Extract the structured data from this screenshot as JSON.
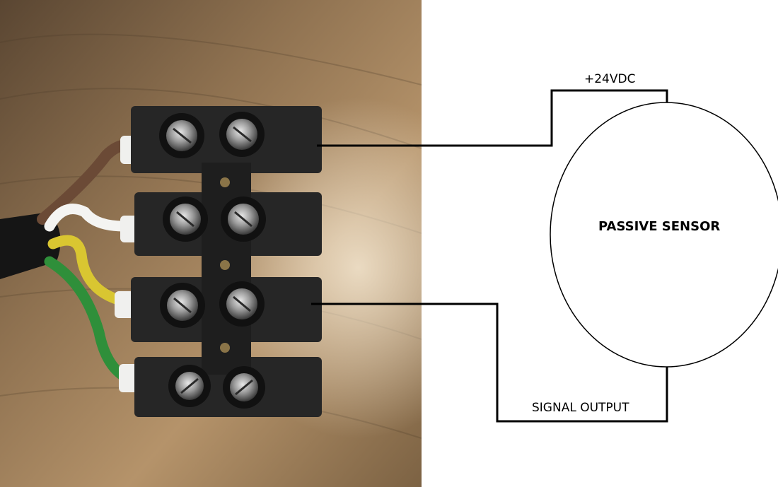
{
  "diagram": {
    "power_label": "+24VDC",
    "sensor_label": "PASSIVE SENSOR",
    "signal_label": "SIGNAL OUTPUT"
  },
  "photo": {
    "subject": "terminal-block-with-wires",
    "wire_colors": {
      "brown": "#6b4a36",
      "white": "#f4f4f2",
      "yellow": "#d9c631",
      "green": "#2f8f3a"
    },
    "wood_color": "#a8865e",
    "block_color": "#262626"
  },
  "colors": {
    "line": "#000000",
    "background": "#ffffff"
  }
}
